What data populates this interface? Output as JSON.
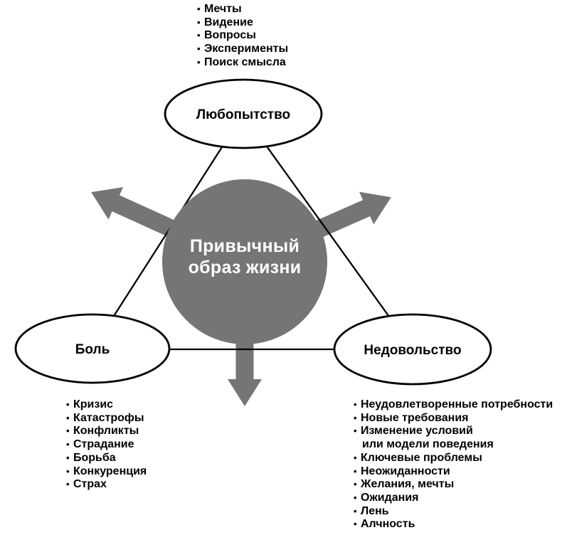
{
  "bullet": "•",
  "colors": {
    "shape_gray": "#757575",
    "outline": "#000000",
    "text": "#000000",
    "circle_text": "#ffffff"
  },
  "center_circle": {
    "line1": "Привычный",
    "line2": "образ жизни"
  },
  "nodes": {
    "curiosity": {
      "label": "Любопытство"
    },
    "pain": {
      "label": "Боль"
    },
    "dissatisfaction": {
      "label": "Недовольство"
    }
  },
  "lists": {
    "curiosity": [
      "Мечты",
      "Видение",
      "Вопросы",
      "Эксперименты",
      "Поиск смысла"
    ],
    "pain": [
      "Кризис",
      "Катастрофы",
      "Конфликты",
      "Страдание",
      "Борьба",
      "Конкуренция",
      "Страх"
    ],
    "dissatisfaction": [
      "Неудовлетворенные потребности",
      "Новые требования",
      "Изменение условий",
      "или модели поведения",
      "Ключевые проблемы",
      "Неожиданности",
      "Желания, мечты",
      "Ожидания",
      "Лень",
      "Алчность"
    ]
  }
}
